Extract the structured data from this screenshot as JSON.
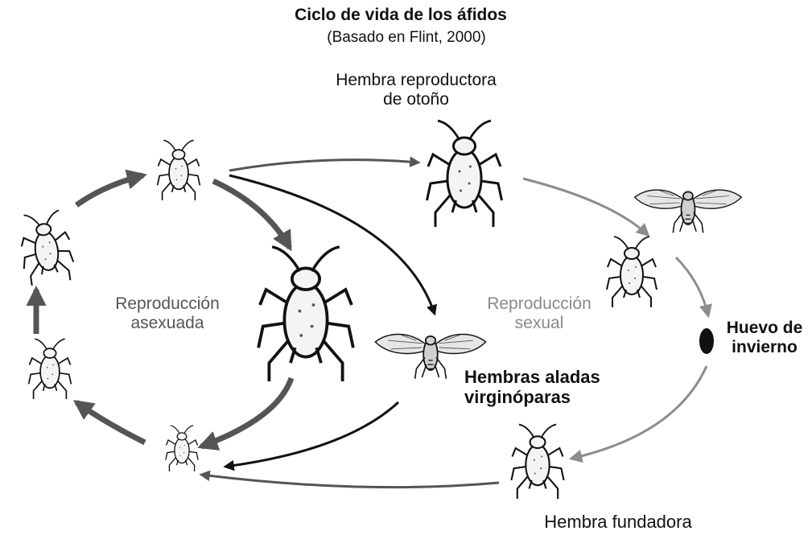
{
  "title": "Ciclo de vida de los áfidos",
  "subtitle": "(Basado en Flint, 2000)",
  "labels": {
    "autumn_female_line1": "Hembra reproductora",
    "autumn_female_line2": "de otoño",
    "asexual_line1": "Reproducción",
    "asexual_line2": "asexuada",
    "sexual_line1": "Reproducción",
    "sexual_line2": "sexual",
    "winged_line1": "Hembras aladas",
    "winged_line2": "virginóparas",
    "egg_line1": "Huevo de",
    "egg_line2": "invierno",
    "founder": "Hembra fundadora"
  },
  "colors": {
    "ink": "#111111",
    "asexual_text": "#555555",
    "sexual_text": "#8a8a8a",
    "arrow_dark": "#111111",
    "arrow_mid": "#555555",
    "arrow_light": "#8c8c8c"
  }
}
